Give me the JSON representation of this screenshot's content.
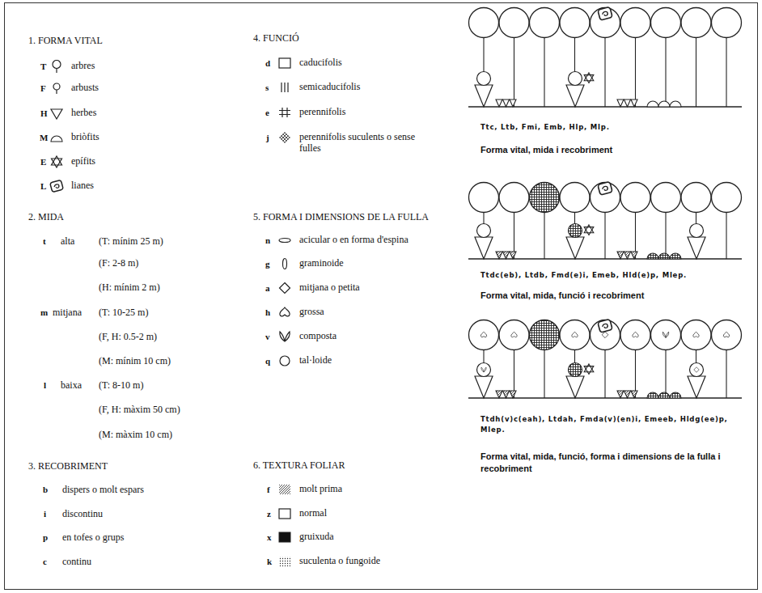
{
  "diagram": {
    "labels": [
      "1. FORMA VITAL",
      "T",
      "F",
      "H",
      "M",
      "E",
      "L",
      "2. MIDA",
      "t",
      "alta",
      "(T: mínim 25 m)",
      "(F: 2-8 m)",
      "(H: mínim 2 m)",
      "m",
      "mitjana",
      "(T: 10-25 m)",
      "(F, H: 0.5-2 m)",
      "(M: mínim 10 cm)",
      "l",
      "baixa",
      "(T: 8-10 m)",
      "(F, H: màxim 50 cm)",
      "(M: màxim 10 cm)",
      "3. RECOBRIMENT",
      "b",
      "dispers o molt espars",
      "i",
      "discontinu",
      "p",
      "en tofes o grups",
      "c",
      "continu",
      "4. FUNCIÓ",
      "d",
      "s",
      "e",
      "j",
      "5. FORMA I DIMENSIONS DE LA FULLA",
      "n",
      "g",
      "a",
      "h",
      "v",
      "q",
      "6. TEXTURA FOLIAR",
      "f",
      "z",
      "x",
      "k",
      "Ttc, Ltb, Fmi, Emb, Hlp, Mlp.",
      "Forma vital, mida i recobriment",
      "Ttdc(eb), Ltdb, Fmd(e)i, Emeb, Hld(e)p, Mlep.",
      "Forma vital, mida, funció i recobriment",
      "Ttdh(v)c(eah), Ltdah, Fmda(v)(en)i, Emeeb, Hldg(ee)p, Mlep.",
      "Forma vital, mida, funció, forma i dimensions de la fulla i recobriment"
    ],
    "legend": [
      {
        "text": "arbres"
      },
      {
        "text": "arbusts"
      },
      {
        "text": "herbes"
      },
      {
        "text": "briòfits"
      },
      {
        "text": "epífits"
      },
      {
        "text": "lianes"
      },
      {
        "text": "caducifolis"
      },
      {
        "text": "semicaducifolis"
      },
      {
        "text": "perennifolis"
      },
      {
        "text": "perennifolis suculents o sense fulles"
      },
      {
        "text": "acicular o en forma d'espina"
      },
      {
        "text": "graminoide"
      },
      {
        "text": "mitjana o petita"
      },
      {
        "text": "grossa"
      },
      {
        "text": "composta"
      },
      {
        "text": "tal·loide"
      },
      {
        "text": "molt prima"
      },
      {
        "text": "normal"
      },
      {
        "text": "gruixuda"
      },
      {
        "text": "suculenta o fungoide"
      }
    ]
  }
}
